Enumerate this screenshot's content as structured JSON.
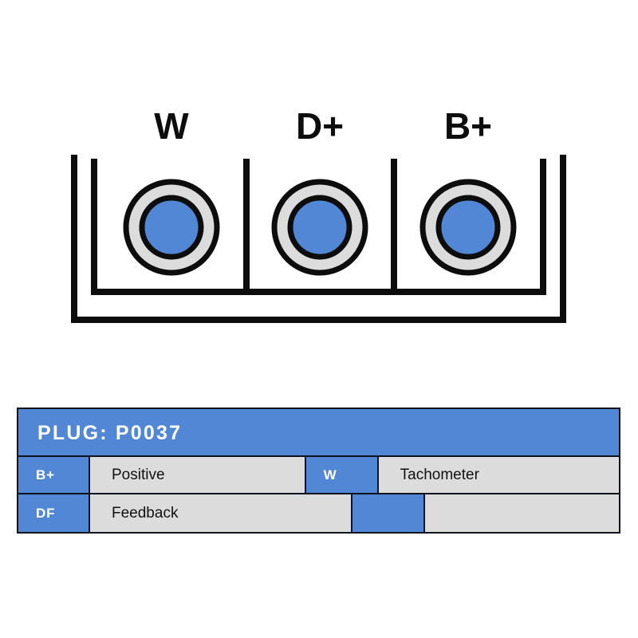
{
  "diagram": {
    "name": "alternator-plug-connector",
    "pin_labels": [
      "W",
      "D+",
      "B+"
    ],
    "terminal_count": 3,
    "colors": {
      "terminal_blue": "#5187d4",
      "terminal_ring": "#dcdcdc",
      "outline": "#0d0d0d",
      "background": "#ffffff"
    }
  },
  "table": {
    "header": "PLUG: P0037",
    "rows": [
      {
        "left_code": "B+",
        "left_desc": "Positive",
        "right_code": "W",
        "right_desc": "Tachometer"
      },
      {
        "left_code": "DF",
        "left_desc": "Feedback",
        "right_code": "",
        "right_desc": ""
      }
    ],
    "colors": {
      "accent": "#5187d4",
      "cell": "#dcdcdc",
      "border": "#10131c",
      "header_text": "#ffffff"
    }
  }
}
